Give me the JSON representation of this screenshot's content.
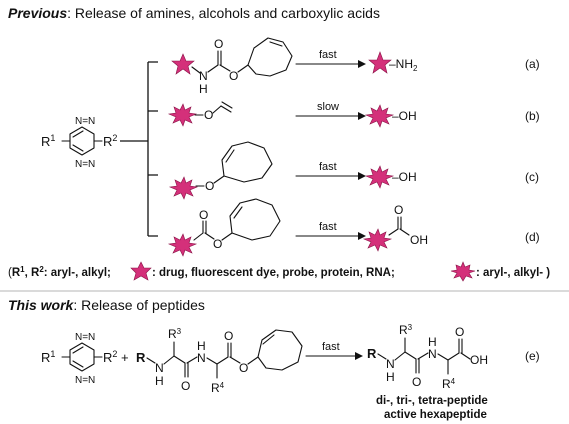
{
  "colors": {
    "payload": "#d4307a",
    "payload_outline": "#8a1246",
    "separator": "#b5b5b5"
  },
  "icons": [
    "star-icon",
    "burst-icon"
  ],
  "previous": {
    "heading_bold": "Previous",
    "heading_rest": ": Release of amines, alcohols and carboxylic acids",
    "tetrazine": {
      "r1": "R",
      "r1_sup": "1",
      "r2": "R",
      "r2_sup": "2",
      "n": "N",
      "nn": "N=N"
    },
    "rows": [
      {
        "atoms": [
          "N",
          "H",
          "O",
          "O"
        ],
        "label": "fast",
        "product": "–NH",
        "product_sub": "2",
        "tag": "(a)"
      },
      {
        "atoms": [
          "O"
        ],
        "label": "slow",
        "product": "–OH",
        "tag": "(b)"
      },
      {
        "atoms": [
          "O"
        ],
        "label": "fast",
        "product": "–OH",
        "tag": "(c)"
      },
      {
        "atoms": [
          "O",
          "O"
        ],
        "label": "fast",
        "product_o": "O",
        "product_oh": "OH",
        "tag": "(d)"
      }
    ],
    "legend": {
      "open": "(",
      "r_part": "R",
      "r_sup1": "1",
      "r_mid": ", R",
      "r_sup2": "2",
      "r_rest": ": aryl-, alkyl;",
      "star_text": ": drug, fluorescent dye, probe, protein, RNA;",
      "burst_text": ": aryl-, alkyl- )"
    }
  },
  "this_work": {
    "heading_bold": "This work",
    "heading_rest": ": Release of peptides",
    "plus": "+",
    "reagent": {
      "r": "R",
      "r3": "R",
      "r3_sup": "3",
      "r4": "R",
      "r4_sup": "4",
      "nh1": "N",
      "h1": "H",
      "nh2": "N",
      "h2": "H",
      "o1": "O",
      "o2": "O",
      "o3": "O"
    },
    "arrow_label": "fast",
    "product": {
      "r": "R",
      "r3": "R",
      "r3_sup": "3",
      "r4": "R",
      "r4_sup": "4",
      "n1": "N",
      "h1": "H",
      "n2": "N",
      "h2": "H",
      "o1": "O",
      "o2": "O",
      "oh": "OH"
    },
    "caption_line1": "di-, tri-, tetra-peptide",
    "caption_line2": "active hexapeptide",
    "tag": "(e)"
  }
}
